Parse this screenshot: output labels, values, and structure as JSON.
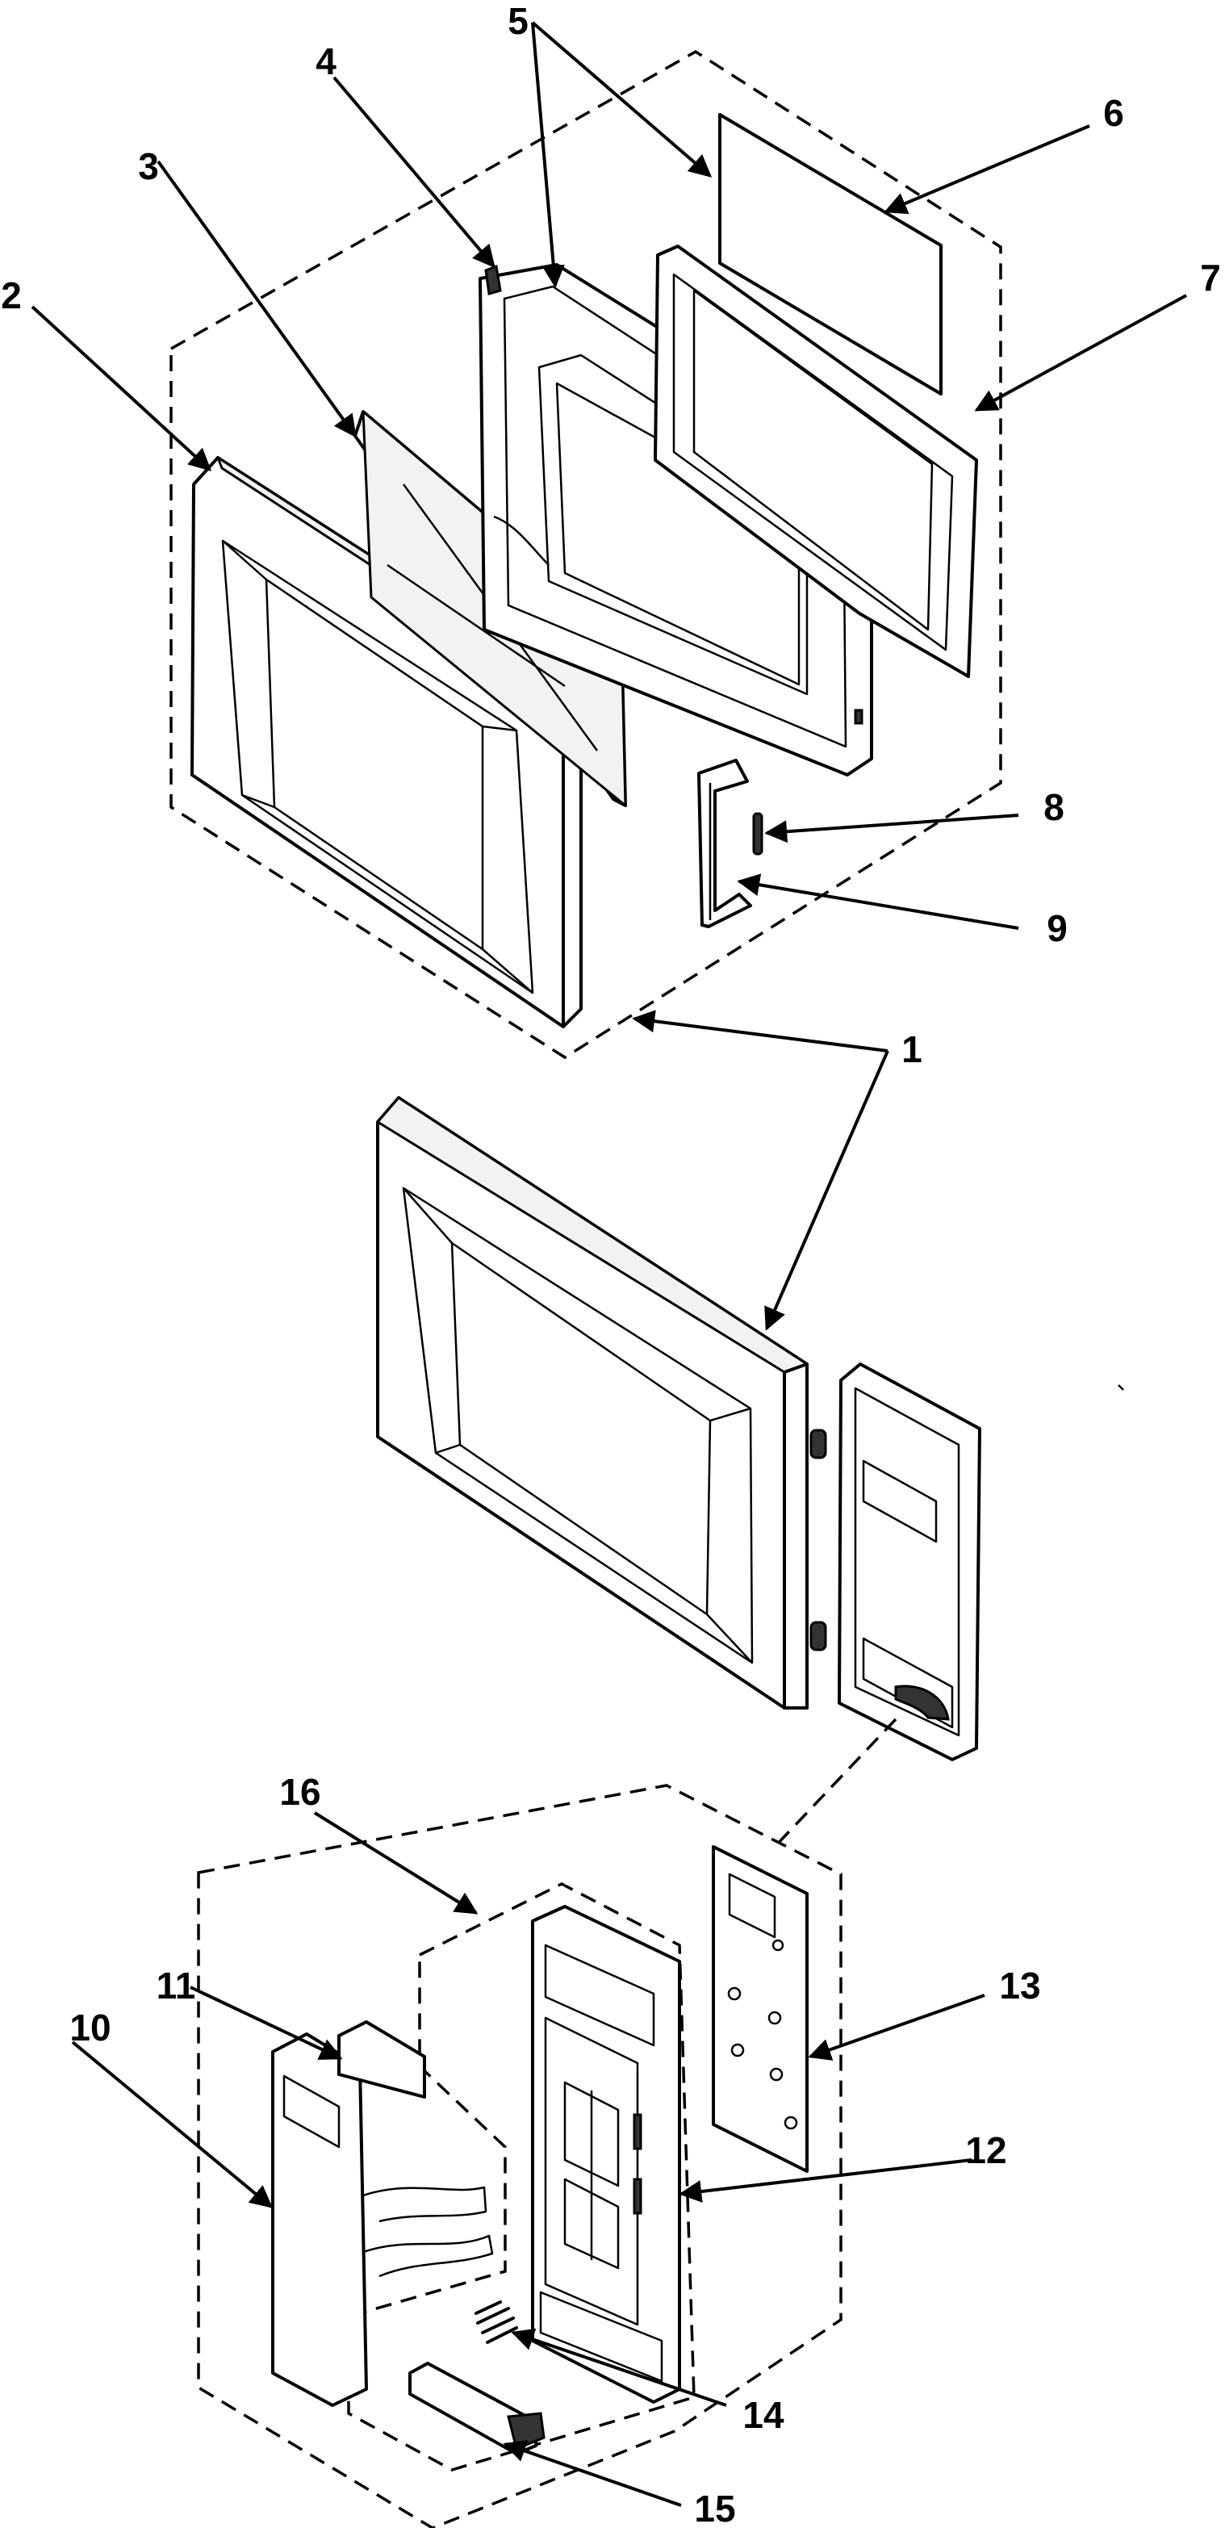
{
  "diagram": {
    "callouts": [
      "1",
      "2",
      "3",
      "4",
      "5",
      "6",
      "7",
      "8",
      "9",
      "10",
      "11",
      "12",
      "13",
      "14",
      "15",
      "16"
    ]
  }
}
